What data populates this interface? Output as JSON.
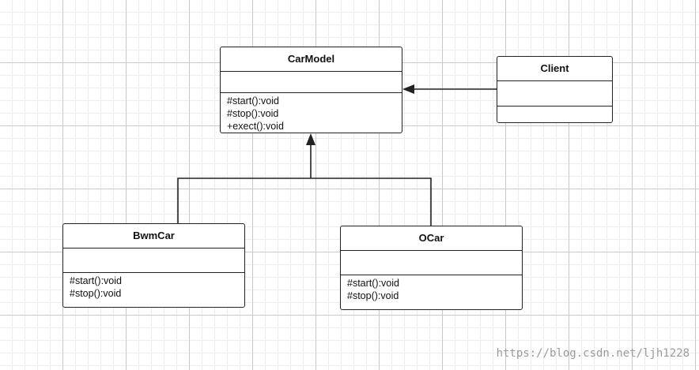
{
  "classes": {
    "carmodel": {
      "name": "CarModel",
      "ops": [
        "#start():void",
        "#stop():void",
        "+exect():void"
      ]
    },
    "client": {
      "name": "Client",
      "ops": []
    },
    "bwmcar": {
      "name": "BwmCar",
      "ops": [
        "#start():void",
        "#stop():void"
      ]
    },
    "ocar": {
      "name": "OCar",
      "ops": [
        "#start():void",
        "#stop():void"
      ]
    }
  },
  "watermark": "https://blog.csdn.net/ljh1228"
}
